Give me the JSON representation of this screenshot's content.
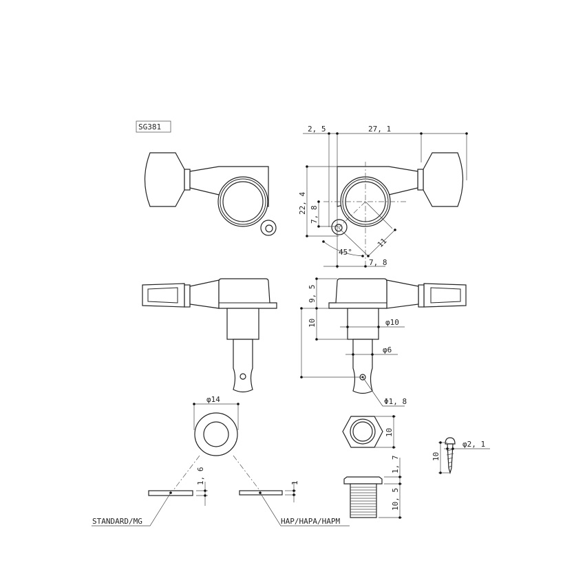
{
  "model": "SG381",
  "top_view": {
    "dim_offset": "2, 5",
    "dim_length": "27, 1",
    "dim_height": "22, 4",
    "dim_ear_height": "7, 8",
    "dim_angle": "45°",
    "dim_radius": "11",
    "dim_ear_offset": "7, 8"
  },
  "side_view": {
    "dim_housing": "9, 5",
    "dim_stem": "10",
    "dim_stem_dia": "φ10",
    "dim_post_dia": "φ6",
    "dim_hole_dia": "Φ1, 8"
  },
  "washer": {
    "dim_dia": "φ14",
    "dim_std_thick": "1, 6",
    "dim_hap_thick": "1",
    "label_standard": "STANDARD/MG",
    "label_hap": "HAP/HAPA/HAPM"
  },
  "nut": {
    "dim_width": "10"
  },
  "bushing": {
    "dim_head": "1, 7",
    "dim_thread": "10, 5"
  },
  "screw": {
    "dim_length": "10",
    "dim_dia": "φ2, 1"
  }
}
